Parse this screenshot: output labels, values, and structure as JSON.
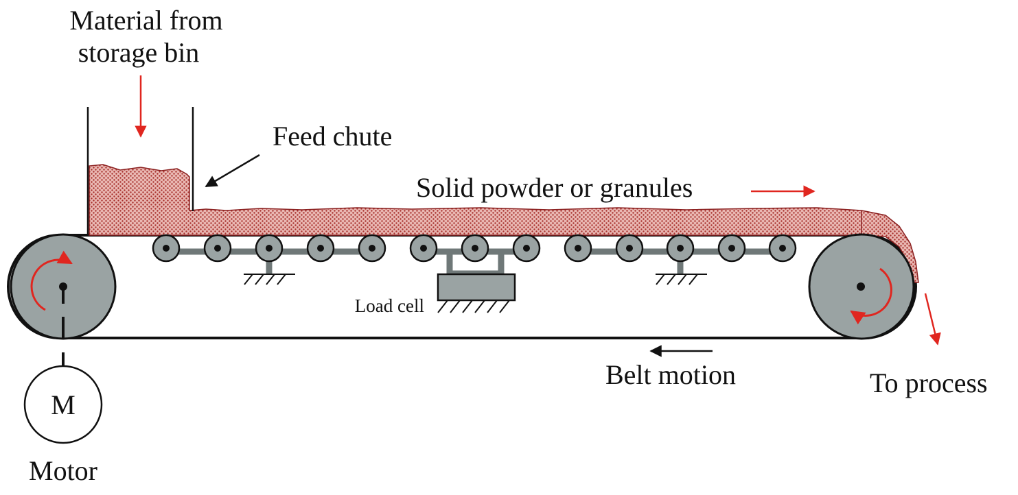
{
  "labels": {
    "material_from_line1": "Material from",
    "material_from_line2": "storage bin",
    "feed_chute": "Feed chute",
    "solid_powder": "Solid powder or granules",
    "load_cell": "Load cell",
    "belt_motion": "Belt motion",
    "to_process": "To process",
    "motor_symbol": "M",
    "motor": "Motor"
  },
  "colors": {
    "material": "#c0504d",
    "material_dark": "#8a1f1f",
    "arrow_red": "#e0261f",
    "roller_gray": "#9aa3a3",
    "strut_gray": "#6f7878",
    "outline": "#111111"
  },
  "idler_groups": [
    5,
    3,
    5
  ]
}
